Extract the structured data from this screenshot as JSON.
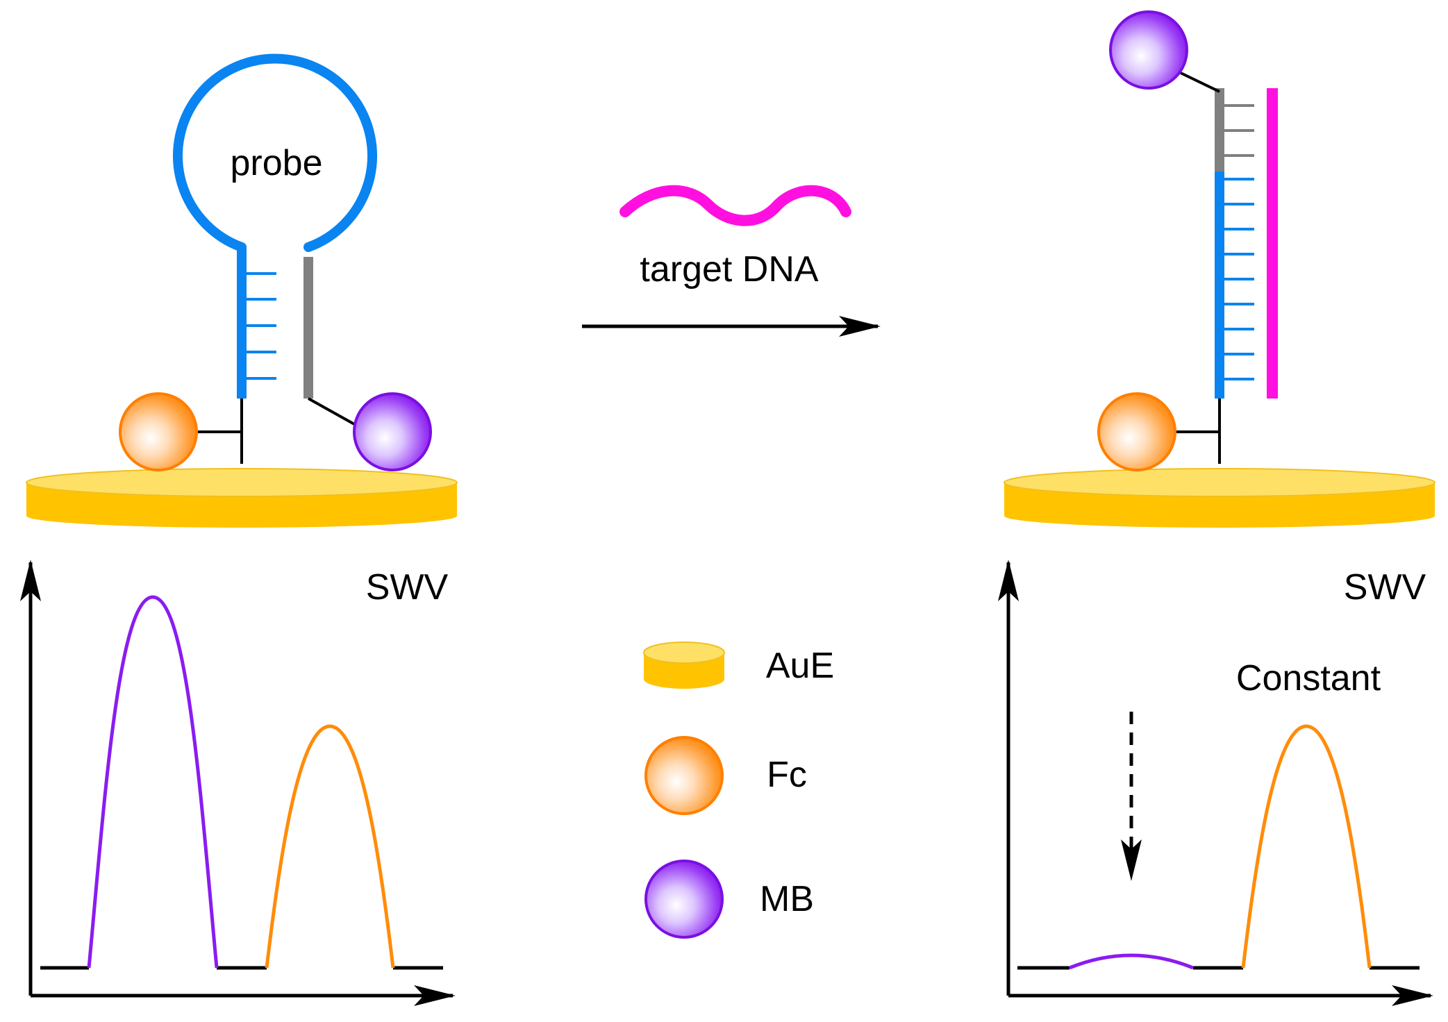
{
  "labels": {
    "probe": "probe",
    "target": "target DNA",
    "swv_left": "SWV",
    "swv_right": "SWV",
    "constant": "Constant"
  },
  "legend": {
    "items": [
      {
        "key": "electrode",
        "label": "AuE"
      },
      {
        "key": "fc",
        "label": "Fc"
      },
      {
        "key": "mb",
        "label": "MB"
      }
    ]
  },
  "colors": {
    "probe_blue": "#0a84f0",
    "stem_gray": "#808080",
    "target_magenta": "#ff10e0",
    "gold_top": "#ffe066",
    "gold_side": "#ffc300",
    "fc_orange": "#ff8c0a",
    "mb_purple": "#8a1cf0",
    "axis": "#000000"
  }
}
